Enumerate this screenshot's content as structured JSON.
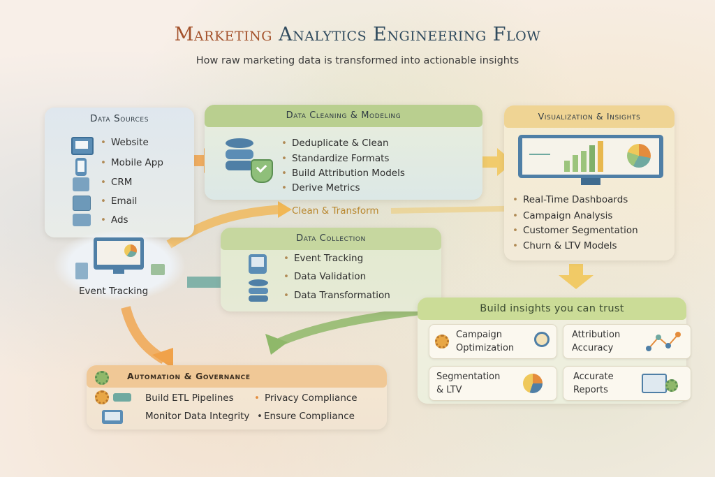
{
  "title": {
    "part1": "Marketing",
    "part2": "Analytics Engineering Flow"
  },
  "subtitle": "How raw marketing data is transformed into actionable insights",
  "data_sources": {
    "heading": "Data Sources",
    "items": [
      "Website",
      "Mobile App",
      "CRM",
      "Email",
      "Ads"
    ]
  },
  "event_tracking_label": "Event Tracking",
  "data_cleaning": {
    "heading": "Data Cleaning & Modeling",
    "items": [
      "Deduplicate & Clean",
      "Standardize Formats",
      "Build Attribution Models",
      "Derive Metrics"
    ]
  },
  "clean_transform_label": "Clean & Transform",
  "visualization": {
    "heading": "Visualization & Insights",
    "items": [
      "Real-Time Dashboards",
      "Campaign Analysis",
      "Customer Segmentation",
      "Churn & LTV Models"
    ]
  },
  "data_collection": {
    "heading": "Data Collection",
    "items": [
      "Event Tracking",
      "Data Validation",
      "Data Transformation"
    ]
  },
  "insights": {
    "heading": "Build insights you can trust",
    "cards": [
      {
        "line1": "Campaign",
        "line2": "Optimization"
      },
      {
        "line1": "Attribution",
        "line2": "Accuracy"
      },
      {
        "line1": "Segmentation",
        "line2": "& LTV"
      },
      {
        "line1": "Accurate",
        "line2": "Reports"
      }
    ]
  },
  "governance": {
    "heading": "Automation & Governance",
    "row1_left": "Build ETL Pipelines",
    "row1_right": "Privacy Compliance",
    "row2_left": "Monitor Data Integrity",
    "row2_right": "Ensure Compliance"
  },
  "colors": {
    "arrow_orange": "#f0a24a",
    "arrow_teal": "#6fa9a0",
    "arrow_yellow": "#f1c65a",
    "arrow_green": "#8fb86a",
    "title_accent": "#a4522c",
    "title_main": "#2f4a5d"
  }
}
